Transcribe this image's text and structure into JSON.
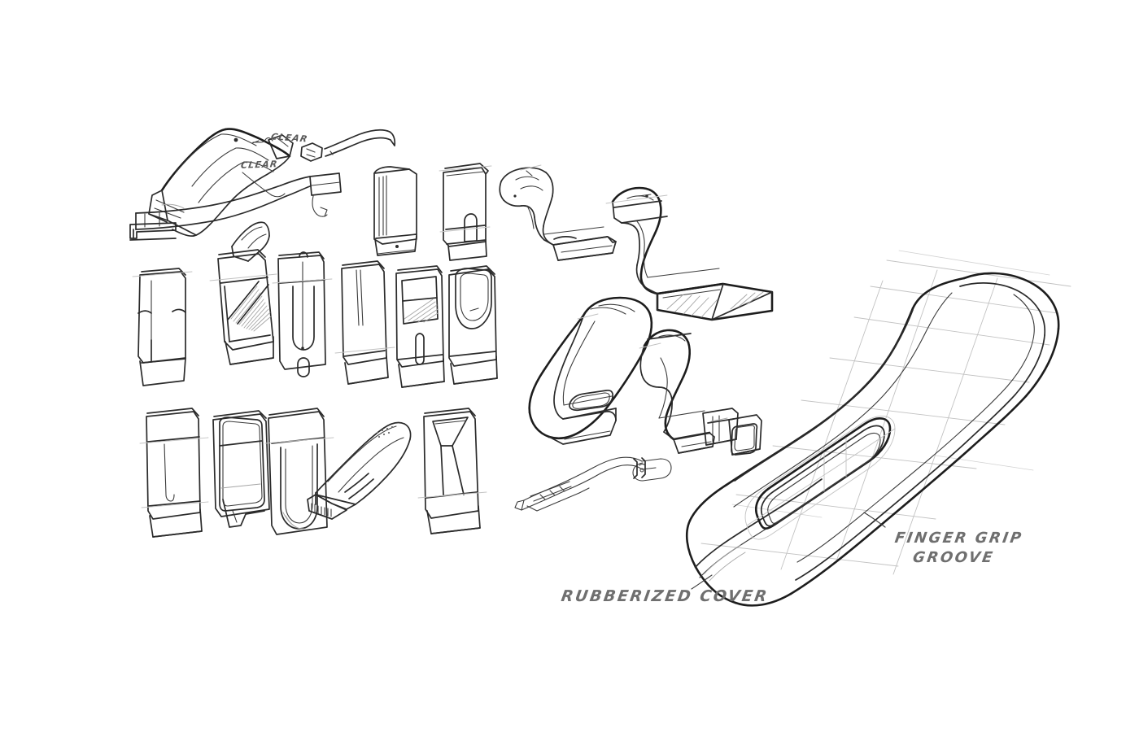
{
  "sheet": {
    "background_color": "#ffffff",
    "medium": "graphite pencil sketch",
    "stroke_color": "#2b2b2b",
    "construction_line_color": "#bdbdbd",
    "shading_color": "#9a9a9a"
  },
  "annotations": {
    "rubberized_cover": "RUBBERIZED COVER",
    "finger_grip_groove_line1": "FINGER GRIP",
    "finger_grip_groove_line2": "GROOVE",
    "clear_1": "CLEAR",
    "clear_2": "CLEAR"
  },
  "regions": {
    "top_left_perspective": "isometric body with cover, callout leaders",
    "thumbnail_grid": "three rows of orthographic concept thumbnails",
    "mid_right_perspective": "S-curve perspective studies",
    "hero_render": "large finished perspective render with groove"
  }
}
